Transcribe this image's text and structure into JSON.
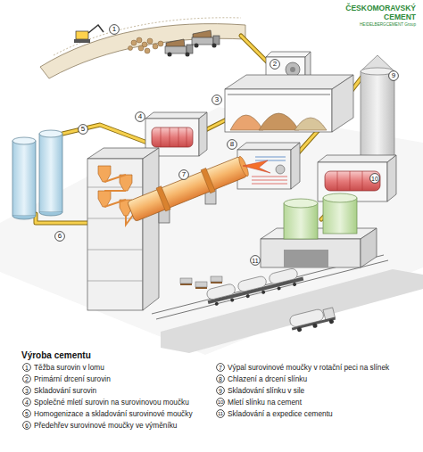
{
  "diagram": {
    "title": "Výroba cementu",
    "nodes": [
      {
        "text": [
          "1"
        ]
      },
      {
        "text": [
          "2"
        ]
      },
      {
        "text": [
          "3"
        ]
      },
      {
        "text": [
          "4"
        ]
      },
      {
        "text": [
          "5"
        ]
      },
      {
        "text": [
          "6"
        ]
      },
      {
        "text": [
          "7"
        ]
      },
      {
        "text": [
          "8"
        ]
      },
      {
        "text": [
          "9"
        ]
      },
      {
        "text": [
          "10"
        ]
      },
      {
        "text": [
          "11"
        ]
      },
      {
        "text": [
          "1"
        ]
      },
      {
        "text": [
          "2"
        ]
      },
      {
        "text": [
          "3"
        ]
      },
      {
        "text": [
          "4"
        ]
      },
      {
        "text": [
          "5"
        ]
      },
      {
        "text": [
          "6"
        ]
      },
      {
        "text": [
          "7"
        ]
      },
      {
        "text": [
          "8"
        ]
      },
      {
        "text": [
          "9"
        ]
      },
      {
        "text": [
          "10"
        ]
      },
      {
        "text": [
          "11"
        ]
      }
    ],
    "labels": [
      "ČESKOMORAVSKÝ CEMENT",
      "HEIDELBERGCEMENT Group"
    ],
    "legend": [
      {
        "text": "Těžba surovin v lomu"
      },
      {
        "text": "Primární drcení surovin"
      },
      {
        "text": "Skladování surovin"
      },
      {
        "text": "Společné mletí surovin na surovinovou moučku"
      },
      {
        "text": "Homogenizace a skladování surovinové moučky"
      },
      {
        "text": "Předehřev surovinové moučky ve výměníku"
      },
      {
        "text": "Výpal surovinové moučky v rotační peci na slínek"
      },
      {
        "text": "Chlazení a drcení slínku"
      },
      {
        "text": "Skladování slínku v sile"
      },
      {
        "text": "Mletí slínku na cement"
      },
      {
        "text": "Skladování a expedice cementu"
      }
    ]
  }
}
